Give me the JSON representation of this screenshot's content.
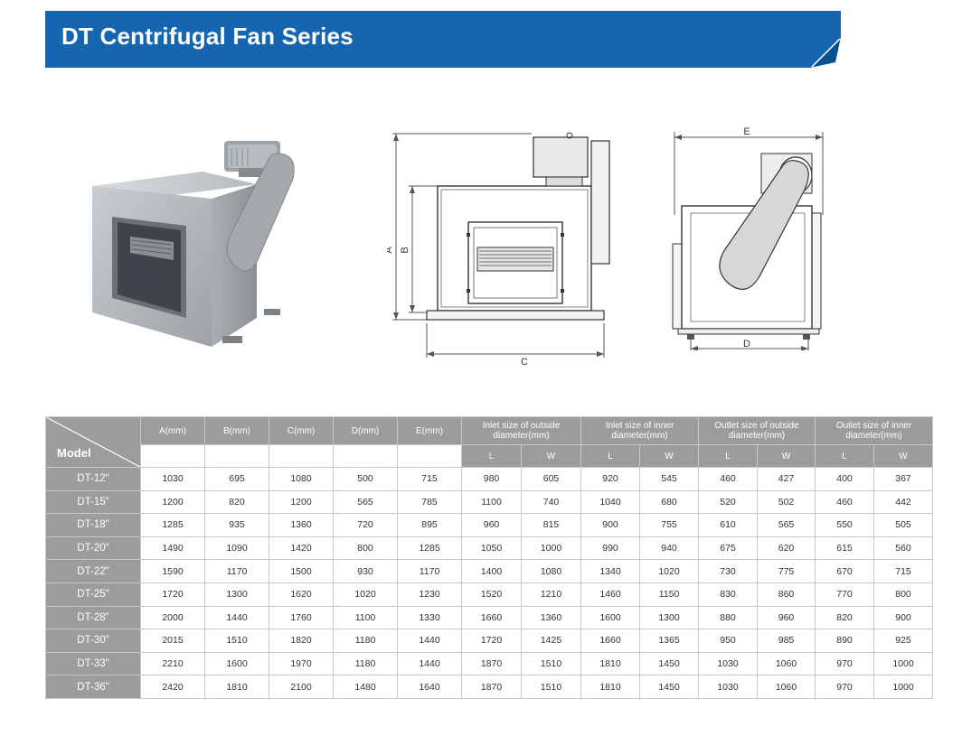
{
  "banner": {
    "title": "DT Centrifugal Fan Series",
    "color": "#1565b0"
  },
  "diagrams": {
    "front": {
      "labels": {
        "a": "A",
        "b": "B",
        "c": "C"
      }
    },
    "side": {
      "labels": {
        "e": "E",
        "d": "D"
      }
    }
  },
  "table": {
    "model_header": "Model",
    "headers": [
      "A(mm)",
      "B(mm)",
      "C(mm)",
      "D(mm)",
      "E(mm)"
    ],
    "groups": [
      {
        "label": "Inlet size of outside diameter(mm)",
        "sub": [
          "L",
          "W"
        ]
      },
      {
        "label": "Inlet size of inner diameter(mm)",
        "sub": [
          "L",
          "W"
        ]
      },
      {
        "label": "Outlet size of outside diameter(mm)",
        "sub": [
          "L",
          "W"
        ]
      },
      {
        "label": "Outlet size of inner diameter(mm)",
        "sub": [
          "L",
          "W"
        ]
      }
    ],
    "header_color": "#9b9c9e",
    "rows": [
      {
        "model": "DT-12\"",
        "values": [
          "1030",
          "695",
          "1080",
          "500",
          "715",
          "980",
          "605",
          "920",
          "545",
          "460",
          "427",
          "400",
          "367"
        ]
      },
      {
        "model": "DT-15\"",
        "values": [
          "1200",
          "820",
          "1200",
          "565",
          "785",
          "1100",
          "740",
          "1040",
          "680",
          "520",
          "502",
          "460",
          "442"
        ]
      },
      {
        "model": "DT-18\"",
        "values": [
          "1285",
          "935",
          "1360",
          "720",
          "895",
          "960",
          "815",
          "900",
          "755",
          "610",
          "565",
          "550",
          "505"
        ]
      },
      {
        "model": "DT-20\"",
        "values": [
          "1490",
          "1090",
          "1420",
          "800",
          "1285",
          "1050",
          "1000",
          "990",
          "940",
          "675",
          "620",
          "615",
          "560"
        ]
      },
      {
        "model": "DT-22\"",
        "values": [
          "1590",
          "1170",
          "1500",
          "930",
          "1170",
          "1400",
          "1080",
          "1340",
          "1020",
          "730",
          "775",
          "670",
          "715"
        ]
      },
      {
        "model": "DT-25\"",
        "values": [
          "1720",
          "1300",
          "1620",
          "1020",
          "1230",
          "1520",
          "1210",
          "1460",
          "1150",
          "830",
          "860",
          "770",
          "800"
        ]
      },
      {
        "model": "DT-28\"",
        "values": [
          "2000",
          "1440",
          "1760",
          "1100",
          "1330",
          "1660",
          "1360",
          "1600",
          "1300",
          "880",
          "960",
          "820",
          "900"
        ]
      },
      {
        "model": "DT-30\"",
        "values": [
          "2015",
          "1510",
          "1820",
          "1180",
          "1440",
          "1720",
          "1425",
          "1660",
          "1365",
          "950",
          "985",
          "890",
          "925"
        ]
      },
      {
        "model": "DT-33\"",
        "values": [
          "2210",
          "1600",
          "1970",
          "1180",
          "1440",
          "1870",
          "1510",
          "1810",
          "1450",
          "1030",
          "1060",
          "970",
          "1000"
        ]
      },
      {
        "model": "DT-36\"",
        "values": [
          "2420",
          "1810",
          "2100",
          "1480",
          "1640",
          "1870",
          "1510",
          "1810",
          "1450",
          "1030",
          "1060",
          "970",
          "1000"
        ]
      }
    ]
  }
}
